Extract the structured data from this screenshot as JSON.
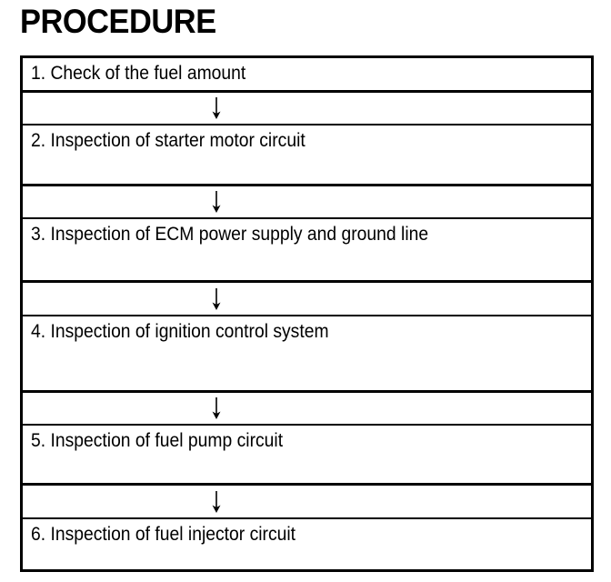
{
  "document": {
    "title": "PROCEDURE",
    "background_color": "#ffffff",
    "line_color": "#000000"
  },
  "flow": {
    "connector_icon": "down-arrow-icon",
    "steps": [
      {
        "number": "1.",
        "text": "1. Check of the fuel amount"
      },
      {
        "number": "2.",
        "text": "2. Inspection of starter motor circuit"
      },
      {
        "number": "3.",
        "text": "3. Inspection of ECM power supply and ground line"
      },
      {
        "number": "4.",
        "text": "4. Inspection of ignition control system"
      },
      {
        "number": "5.",
        "text": "5. Inspection of fuel pump circuit"
      },
      {
        "number": "6.",
        "text": "6. Inspection of fuel injector circuit"
      }
    ]
  }
}
